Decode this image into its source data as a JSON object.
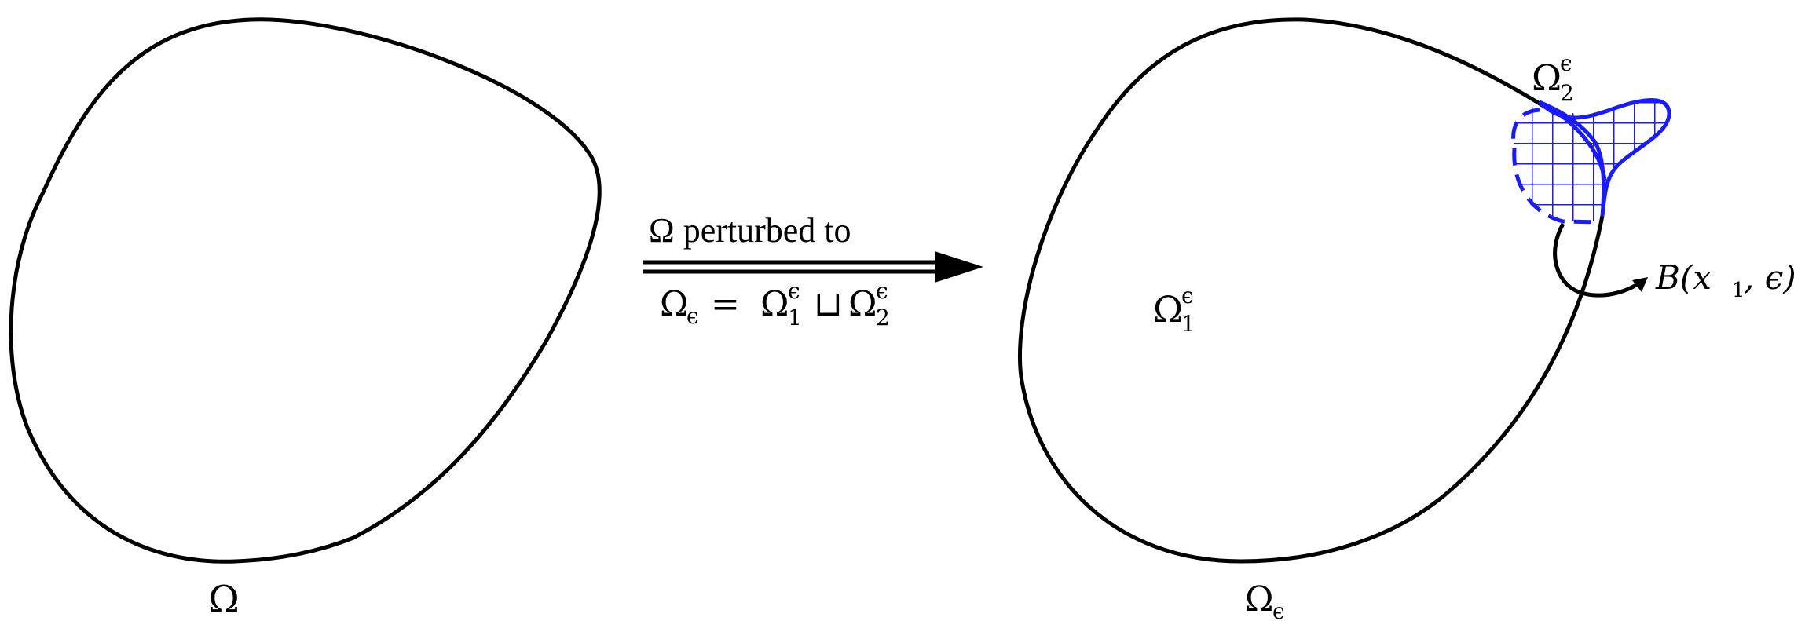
{
  "colors": {
    "stroke": "#000000",
    "highlight": "#1a1aff",
    "background": "#ffffff"
  },
  "labels": {
    "omega": "Ω",
    "omega_eps_base": "Ω",
    "omega_eps_sub": "ϵ",
    "omega1_base": "Ω",
    "omega1_sup": "ϵ",
    "omega1_sub": "1",
    "omega2_base": "Ω",
    "omega2_sup": "ϵ",
    "omega2_sub": "2",
    "ball_label": "B(x",
    "ball_sub": "1",
    "ball_rest": ", ϵ)"
  },
  "arrow": {
    "top_text": "Ω perturbed to",
    "bottom_text": {
      "lhs_base": "Ω",
      "lhs_sub": "ϵ",
      "eq": " = ",
      "a_base": "Ω",
      "a_sup": "ϵ",
      "a_sub": "1",
      "op": " ⊔ ",
      "b_base": "Ω",
      "b_sup": "ϵ",
      "b_sub": "2"
    }
  }
}
